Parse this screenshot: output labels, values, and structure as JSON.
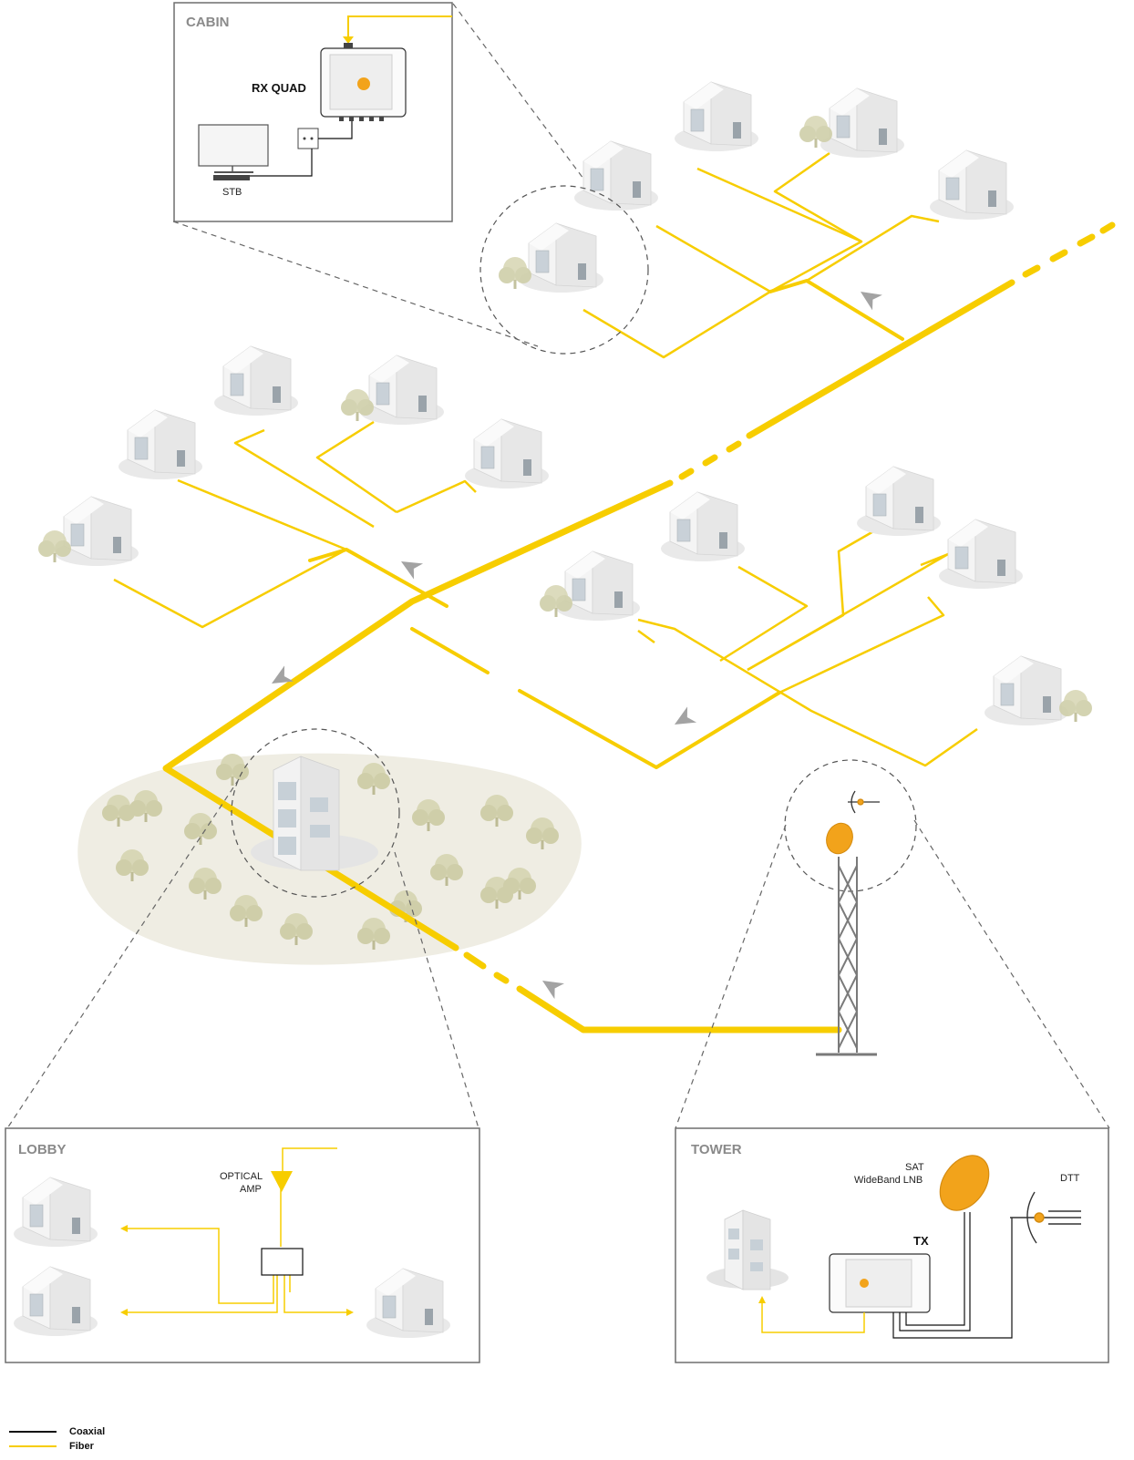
{
  "colors": {
    "fiber": "#F7CD00",
    "coax": "#111111",
    "accent_orange": "#F2A31B",
    "arrow_gray": "#A3A3A3",
    "panel_border": "#6f6f6f",
    "park_tint": "#EFEDE3",
    "tree_tint": "#D8D7B6"
  },
  "panels": {
    "cabin": {
      "title": "CABIN",
      "device_label": "RX QUAD",
      "stb_label": "STB"
    },
    "lobby": {
      "title": "LOBBY",
      "amp_label_line1": "OPTICAL",
      "amp_label_line2": "AMP"
    },
    "tower": {
      "title": "TOWER",
      "sat_label_line1": "SAT",
      "sat_label_line2": "WideBand LNB",
      "dtt_label": "DTT",
      "device_label": "TX"
    }
  },
  "legend": {
    "items": [
      {
        "label": "Coaxial",
        "color": "#111111"
      },
      {
        "label": "Fiber",
        "color": "#F7CD00"
      }
    ]
  },
  "icons": [
    "house-icon",
    "apartment-building-icon",
    "tower-icon",
    "satellite-dish-icon",
    "dtt-antenna-icon",
    "flow-arrow-icon",
    "tree-icon",
    "tv-icon"
  ]
}
